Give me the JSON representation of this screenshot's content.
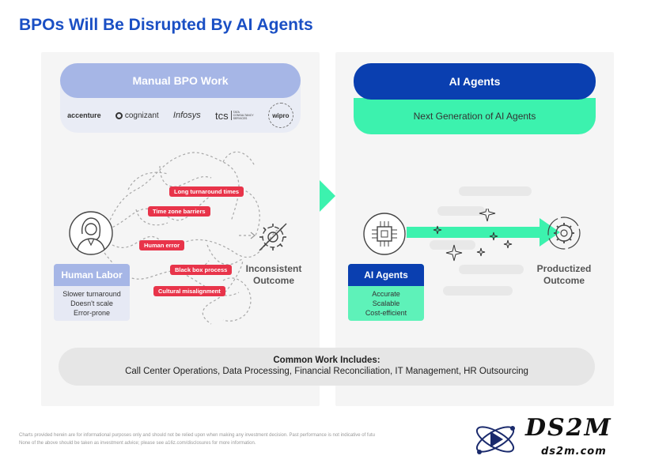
{
  "title": "BPOs Will Be Disrupted By AI Agents",
  "left": {
    "header": "Manual BPO Work",
    "logos": [
      "accenture",
      "cognizant",
      "Infosys",
      "tcs",
      "TATA CONSULTANCY SERVICES",
      "wipro"
    ],
    "problems": [
      "Long turnaround times",
      "Time zone barriers",
      "Human error",
      "Black box process",
      "Cultural misalignment"
    ],
    "labor_title": "Human Labor",
    "labor_lines": [
      "Slower turnaround",
      "Doesn't scale",
      "Error-prone"
    ],
    "outcome_lines": [
      "Inconsistent",
      "Outcome"
    ]
  },
  "right": {
    "header": "AI Agents",
    "subheader": "Next Generation of AI Agents",
    "agents_title": "AI Agents",
    "agents_lines": [
      "Accurate",
      "Scalable",
      "Cost-efficient"
    ],
    "outcome_lines": [
      "Productized",
      "Outcome"
    ]
  },
  "common": {
    "title": "Common Work Includes:",
    "items": "Call Center Operations, Data Processing, Financial Reconciliation, IT Management, HR Outsourcing"
  },
  "footer": [
    "Charts provided herein are for informational purposes only and should not be relied upon when making any investment decision. Past performance is not indicative of futu",
    "None of the above should be taken as investment advice; please see a16z.com/disclosures for more information."
  ],
  "brand": {
    "name": "DS2M",
    "url": "ds2m.com"
  },
  "colors": {
    "blue": "#1a4fc4",
    "green": "#3cf2ae",
    "red": "#e8344a",
    "lavender": "#a6b6e6",
    "navy": "#0a3fb0"
  }
}
